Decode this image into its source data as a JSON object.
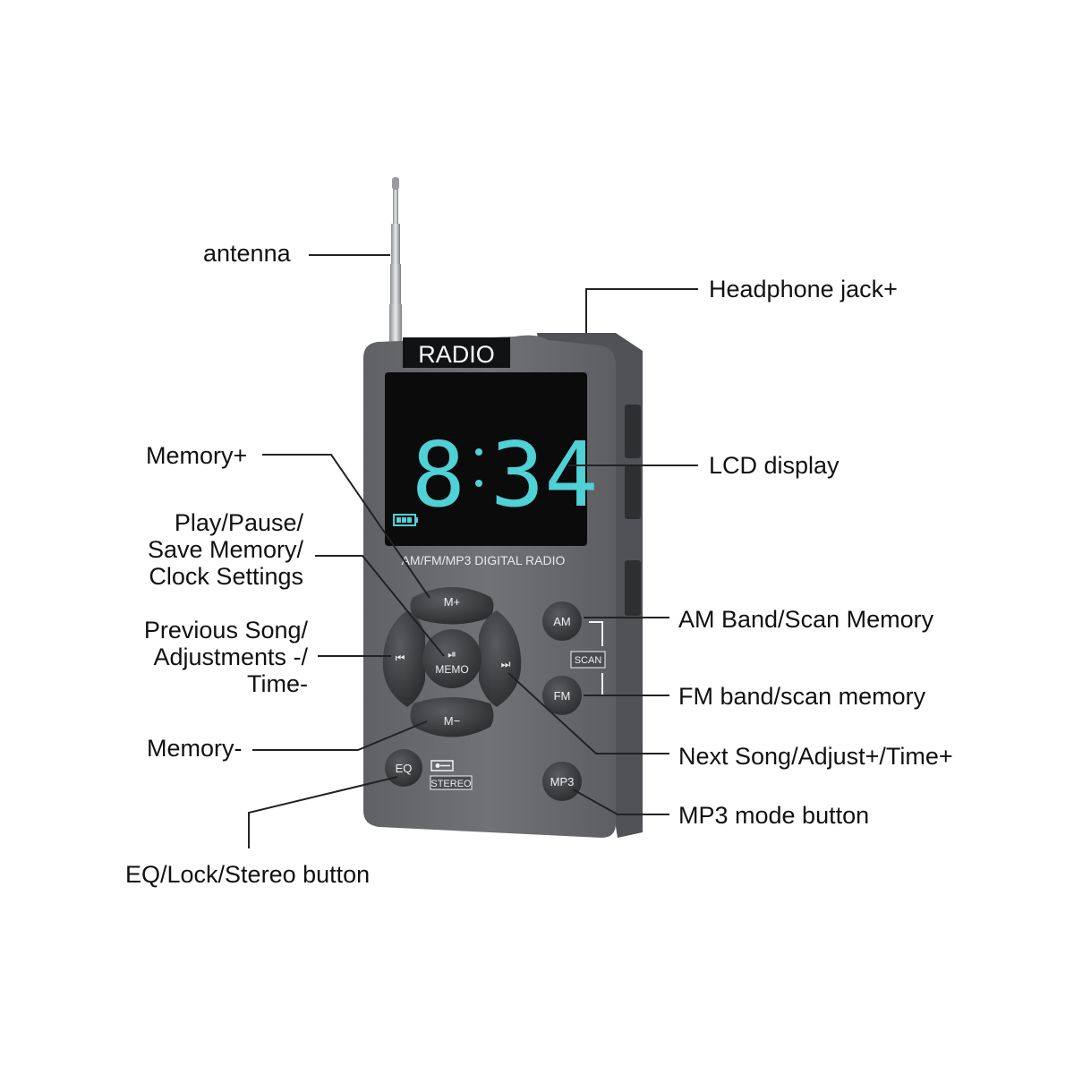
{
  "device": {
    "brand_label": "RADIO",
    "display_time": "8:34",
    "display_hour": "8",
    "display_minutes": "34",
    "model_text": "AM/FM/MP3 DIGITAL RADIO",
    "buttons": {
      "memory_plus": "M+",
      "memory_minus": "M−",
      "play_glyph": "⏯",
      "memo": "MEMO",
      "previous_glyph": "⏮",
      "next_glyph": "⏭",
      "am": "AM",
      "fm": "FM",
      "scan": "SCAN",
      "mp3": "MP3",
      "eq": "EQ",
      "stereo": "STEREO"
    },
    "colors": {
      "body": "#6c6e71",
      "screen": "#0b0b0c",
      "digits": "#4fd1d6",
      "buttons": "#3b3c3e"
    }
  },
  "callouts": {
    "antenna": "antenna",
    "headphone_jack": "Headphone jack+",
    "memory_plus": "Memory+",
    "lcd_display": "LCD display",
    "play_pause_line1": "Play/Pause/",
    "play_pause_line2": "Save Memory/",
    "play_pause_line3": "Clock Settings",
    "am_band": "AM Band/Scan Memory",
    "previous_line1": "Previous Song/",
    "previous_line2": "Adjustments -/",
    "previous_line3": "Time-",
    "fm_band": "FM band/scan memory",
    "memory_minus": "Memory-",
    "next_song": "Next Song/Adjust+/Time+",
    "mp3_mode": "MP3 mode button",
    "eq_lock": "EQ/Lock/Stereo button"
  }
}
